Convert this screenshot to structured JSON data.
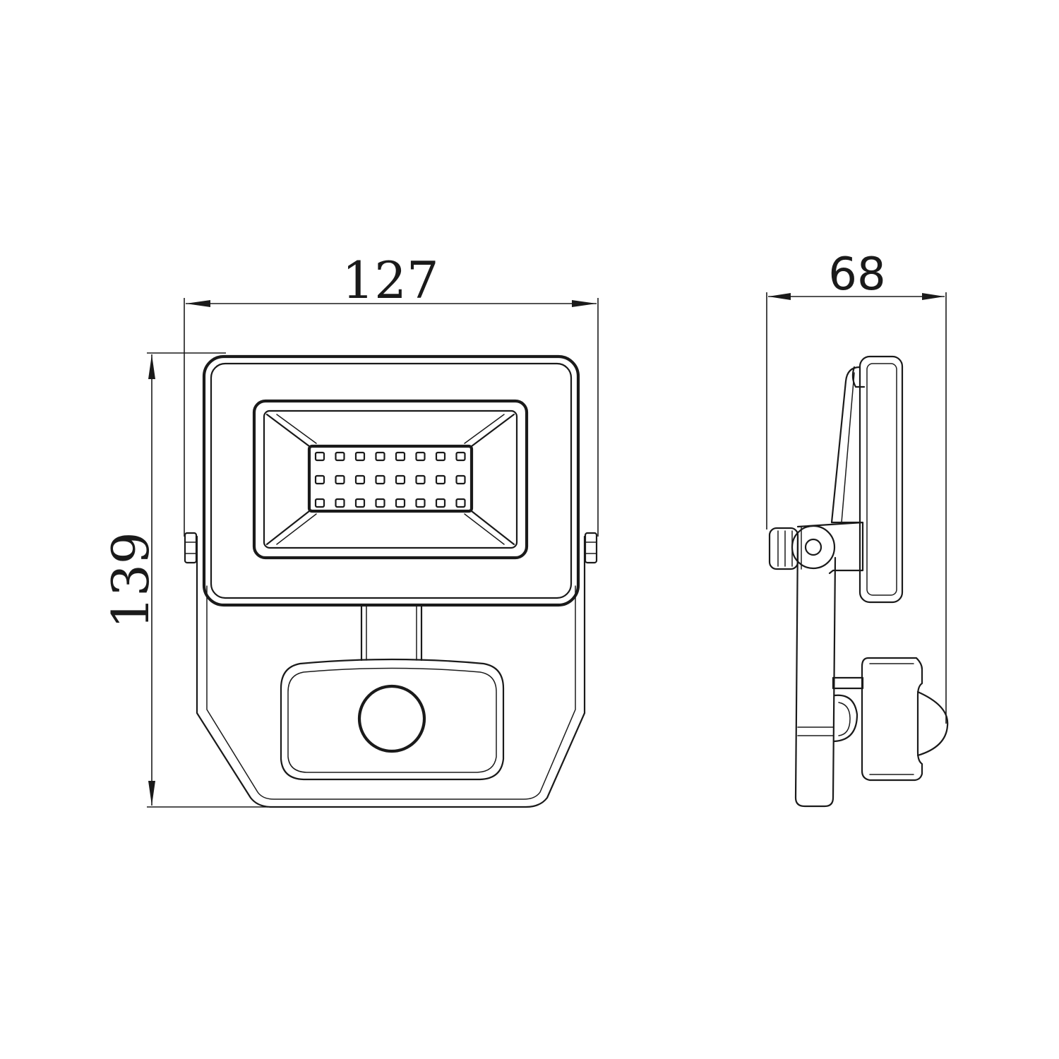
{
  "dimensions": {
    "width": "127",
    "height": "139",
    "depth": "68"
  },
  "colors": {
    "line": "#1a1a1a",
    "background": "#ffffff"
  },
  "led_grid": {
    "rows": 3,
    "columns": 8
  }
}
